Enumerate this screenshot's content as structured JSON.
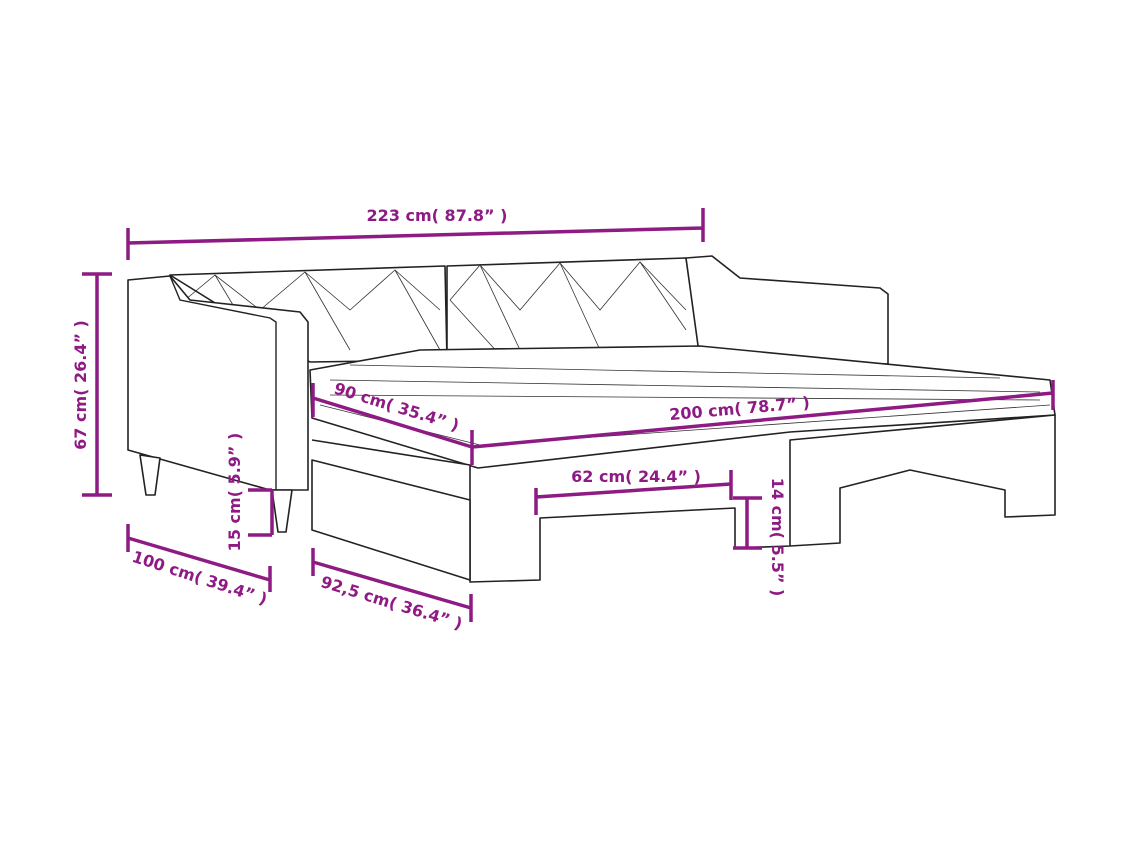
{
  "diagram": {
    "accent_color": "#8e1a84",
    "dimensions": {
      "total_width": "223 cm( 87.8” )",
      "height": "67 cm( 26.4” )",
      "mattress_width": "90 cm( 35.4” )",
      "mattress_length": "200 cm( 78.7” )",
      "leg_height": "15 cm( 5.9” )",
      "trundle_opening": "62 cm( 24.4” )",
      "trundle_clearance": "14 cm( 5.5” )",
      "total_depth": "100 cm( 39.4” )",
      "trundle_depth": "92,5 cm( 36.4” )"
    }
  }
}
